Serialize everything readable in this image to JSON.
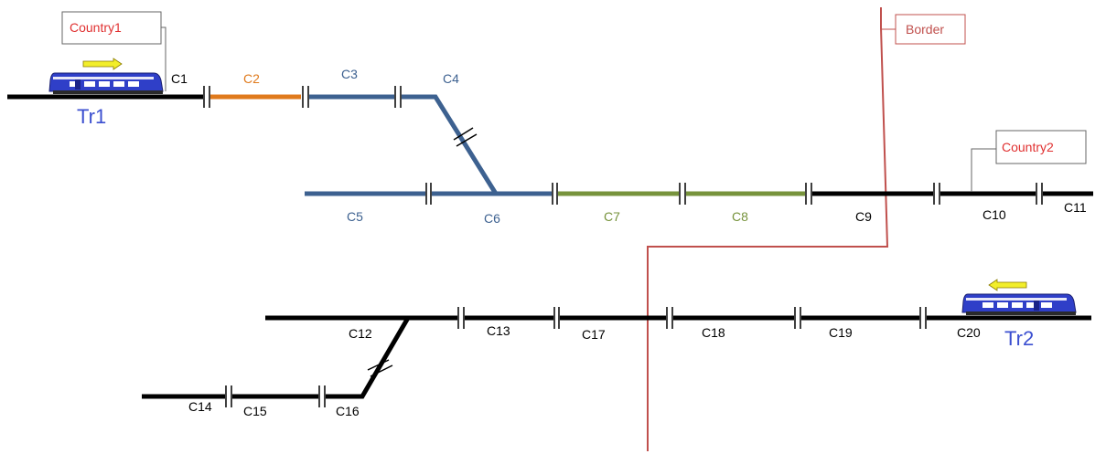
{
  "colors": {
    "track_default": "#000000",
    "track_blue": "#3d6190",
    "track_orange": "#e07a1c",
    "track_green": "#77933c",
    "border_line": "#c0504d",
    "callout_text": "#e03030",
    "train_body": "#2f3fc8",
    "train_label": "#3b4fd0",
    "arrow": "#f2ee2a"
  },
  "icons": {
    "train": "train-icon",
    "direction": "direction-arrow-icon"
  },
  "callouts": {
    "country1": "Country1",
    "country2": "Country2",
    "border": "Border"
  },
  "trains": {
    "tr1": "Tr1",
    "tr2": "Tr2"
  },
  "sections": {
    "c1": "C1",
    "c2": "C2",
    "c3": "C3",
    "c4": "C4",
    "c5": "C5",
    "c6": "C6",
    "c7": "C7",
    "c8": "C8",
    "c9": "C9",
    "c10": "C10",
    "c11": "C11",
    "c12": "C12",
    "c13": "C13",
    "c14": "C14",
    "c15": "C15",
    "c16": "C16",
    "c17": "C17",
    "c18": "C18",
    "c19": "C19",
    "c20": "C20"
  }
}
